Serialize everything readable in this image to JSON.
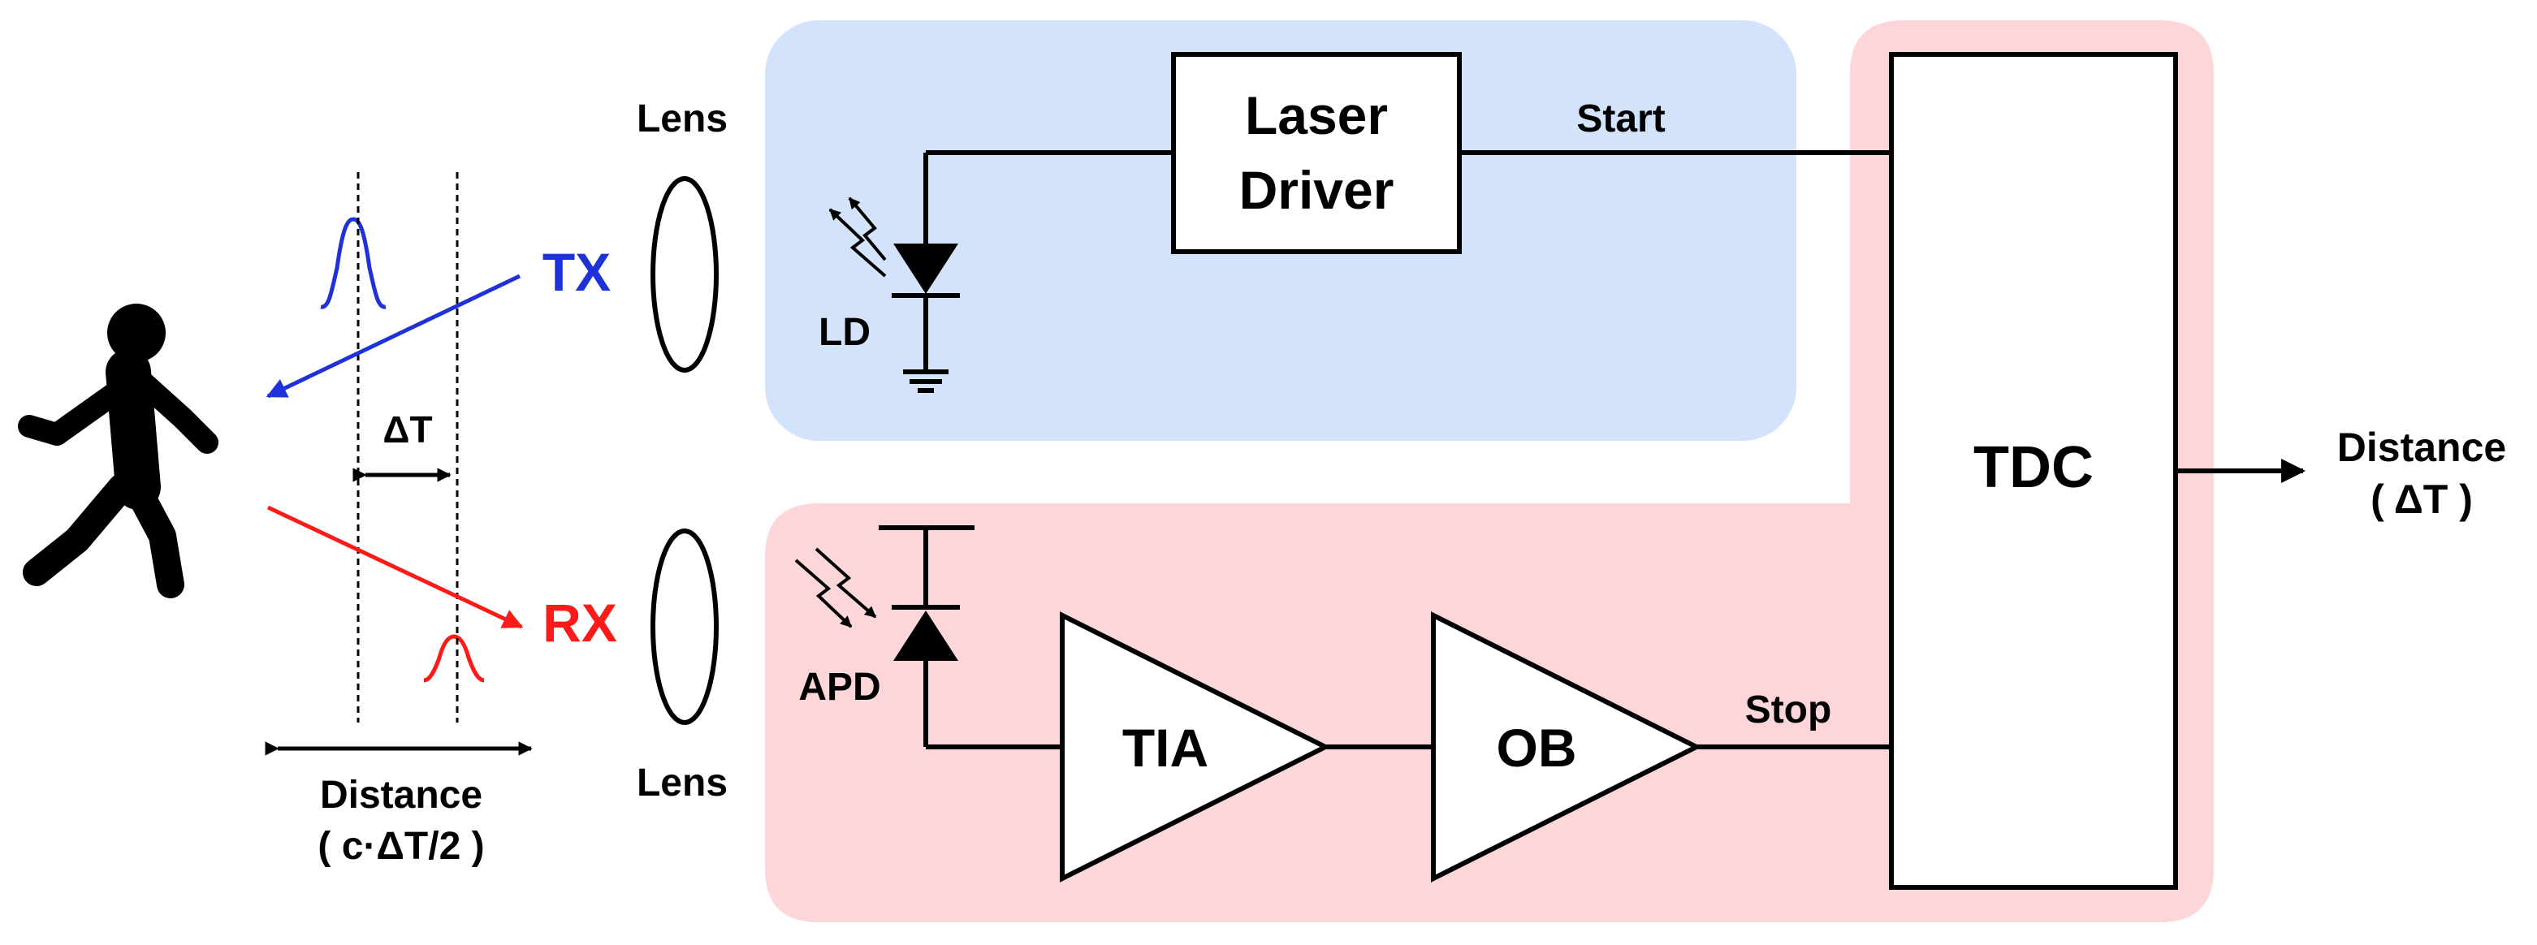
{
  "colors": {
    "tx_region": "#d3e3fb",
    "rx_region": "#fdd6d9",
    "tx_signal": "#1f32d9",
    "rx_signal": "#ff1a1a",
    "line": "#000000"
  },
  "labels": {
    "lens_top": "Lens",
    "lens_bottom": "Lens",
    "tx": "TX",
    "rx": "RX",
    "delta_t": "ΔT",
    "distance_left_1": "Distance",
    "distance_left_2": "( c·ΔT/2 )",
    "ld": "LD",
    "apd": "APD",
    "laser_driver_1": "Laser",
    "laser_driver_2": "Driver",
    "start": "Start",
    "stop": "Stop",
    "tia": "TIA",
    "ob": "OB",
    "tdc": "TDC",
    "distance_right_1": "Distance",
    "distance_right_2": "( ΔT )"
  },
  "icons": {
    "person": "walking-person-icon",
    "laser_diode": "laser-diode-icon",
    "photodiode": "avalanche-photodiode-icon",
    "ground": "ground-icon"
  }
}
